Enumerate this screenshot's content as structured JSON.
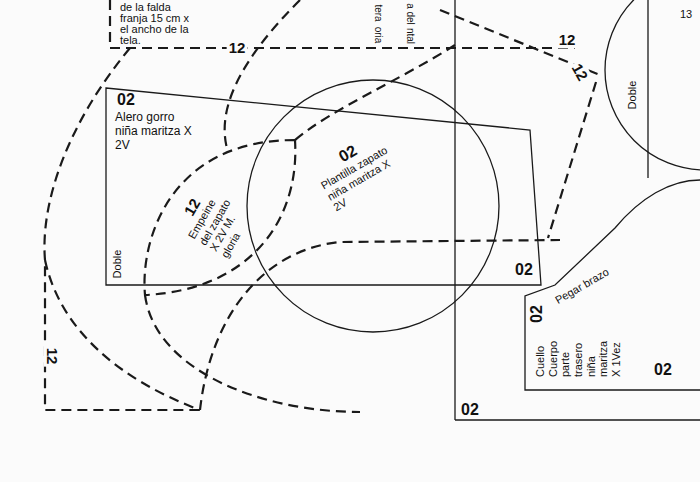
{
  "diagram": {
    "nodes": [
      {
        "text": [
          "02",
          "Alero gorro niña maritza X 2V",
          "Doble",
          "02"
        ]
      },
      {
        "text": [
          "02",
          "Plantilla zapato niña maritza X 2V"
        ]
      },
      {
        "text": [
          "12",
          "Empeine del zapato X 2V M. gloria"
        ]
      },
      {
        "text": [
          "Pegar brazo",
          "02",
          "Cuello Cuerpo parte trasero niña maritza X 1Vez",
          "02"
        ]
      }
    ],
    "labels": [
      "de la falda franja 15 cm x el ancho de la tela.",
      "12",
      "tera",
      "oria",
      "a del",
      "ntal",
      "12",
      "12",
      "13",
      "Doble",
      "02",
      "12"
    ]
  }
}
